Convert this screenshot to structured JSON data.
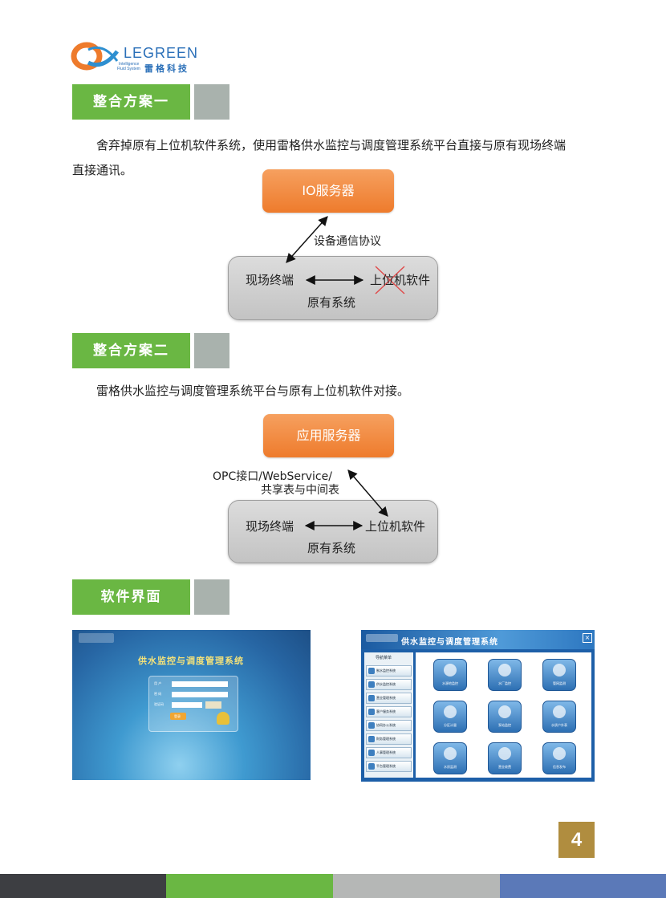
{
  "logo": {
    "name": "LEGREEN",
    "tagline_1": "Intelligence",
    "tagline_2": "Fluid System",
    "chinese": "雷格科技"
  },
  "section1": {
    "title": "整合方案一",
    "text_line1": "舍弃掉原有上位机软件系统，使用雷格供水监控与调度管理系统平台直接与原有现场终端",
    "text_line2": "直接通讯。",
    "server": "IO服务器",
    "protocol": "设备通信协议",
    "terminal": "现场终端",
    "software": "上位机软件",
    "system": "原有系统"
  },
  "section2": {
    "title": "整合方案二",
    "text": "雷格供水监控与调度管理系统平台与原有上位机软件对接。",
    "server": "应用服务器",
    "interface_line1": "OPC接口/WebService/",
    "interface_line2": "共享表与中间表",
    "terminal": "现场终端",
    "software": "上位机软件",
    "system": "原有系统"
  },
  "section3": {
    "title": "软件界面"
  },
  "login_screen": {
    "title": "供水监控与调度管理系统",
    "field_user": "用 户",
    "field_pass": "密 码",
    "field_code": "验证码",
    "login_button": "登录"
  },
  "main_screen": {
    "title": "供水监控与调度管理系统",
    "menu_title": "导航菜单",
    "menu_items": [
      "制水监控系统",
      "供水监控系统",
      "营业管理系统",
      "客户服务系统",
      "协同办公系统",
      "财务管理系统",
      "人事管理系统",
      "平台管理系统"
    ],
    "tiles": [
      "水源地监控",
      "水厂监控",
      "管网监测",
      "分区计量",
      "泵站监控",
      "水质户外表",
      "水质监测",
      "营业收费",
      "信息发布"
    ]
  },
  "page_number": "4",
  "colors": {
    "green": "#6ab743",
    "grey_block": "#a9b2ad",
    "orange": "#ee7b2c",
    "page_badge": "#b08d3f",
    "footer": [
      "#3d3e42",
      "#6ab743",
      "#b5b7b6",
      "#5b79b8"
    ]
  }
}
